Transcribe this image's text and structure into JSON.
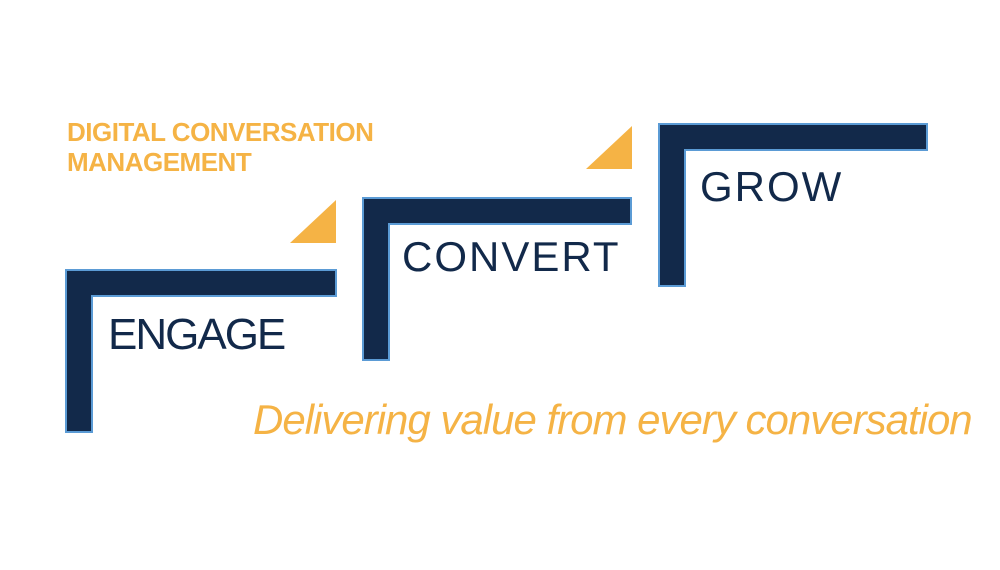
{
  "slide": {
    "heading": {
      "line1": "DIGITAL CONVERSATION",
      "line2": "MANAGEMENT"
    },
    "steps": [
      {
        "id": "engage",
        "label": "ENGAGE"
      },
      {
        "id": "convert",
        "label": "CONVERT"
      },
      {
        "id": "grow",
        "label": "GROW"
      }
    ],
    "tagline": "Delivering value from every conversation",
    "colors": {
      "navy": "#12294A",
      "accent_orange": "#F5B345",
      "step_outline": "#5B9BD5",
      "background": "#FFFFFF"
    }
  }
}
